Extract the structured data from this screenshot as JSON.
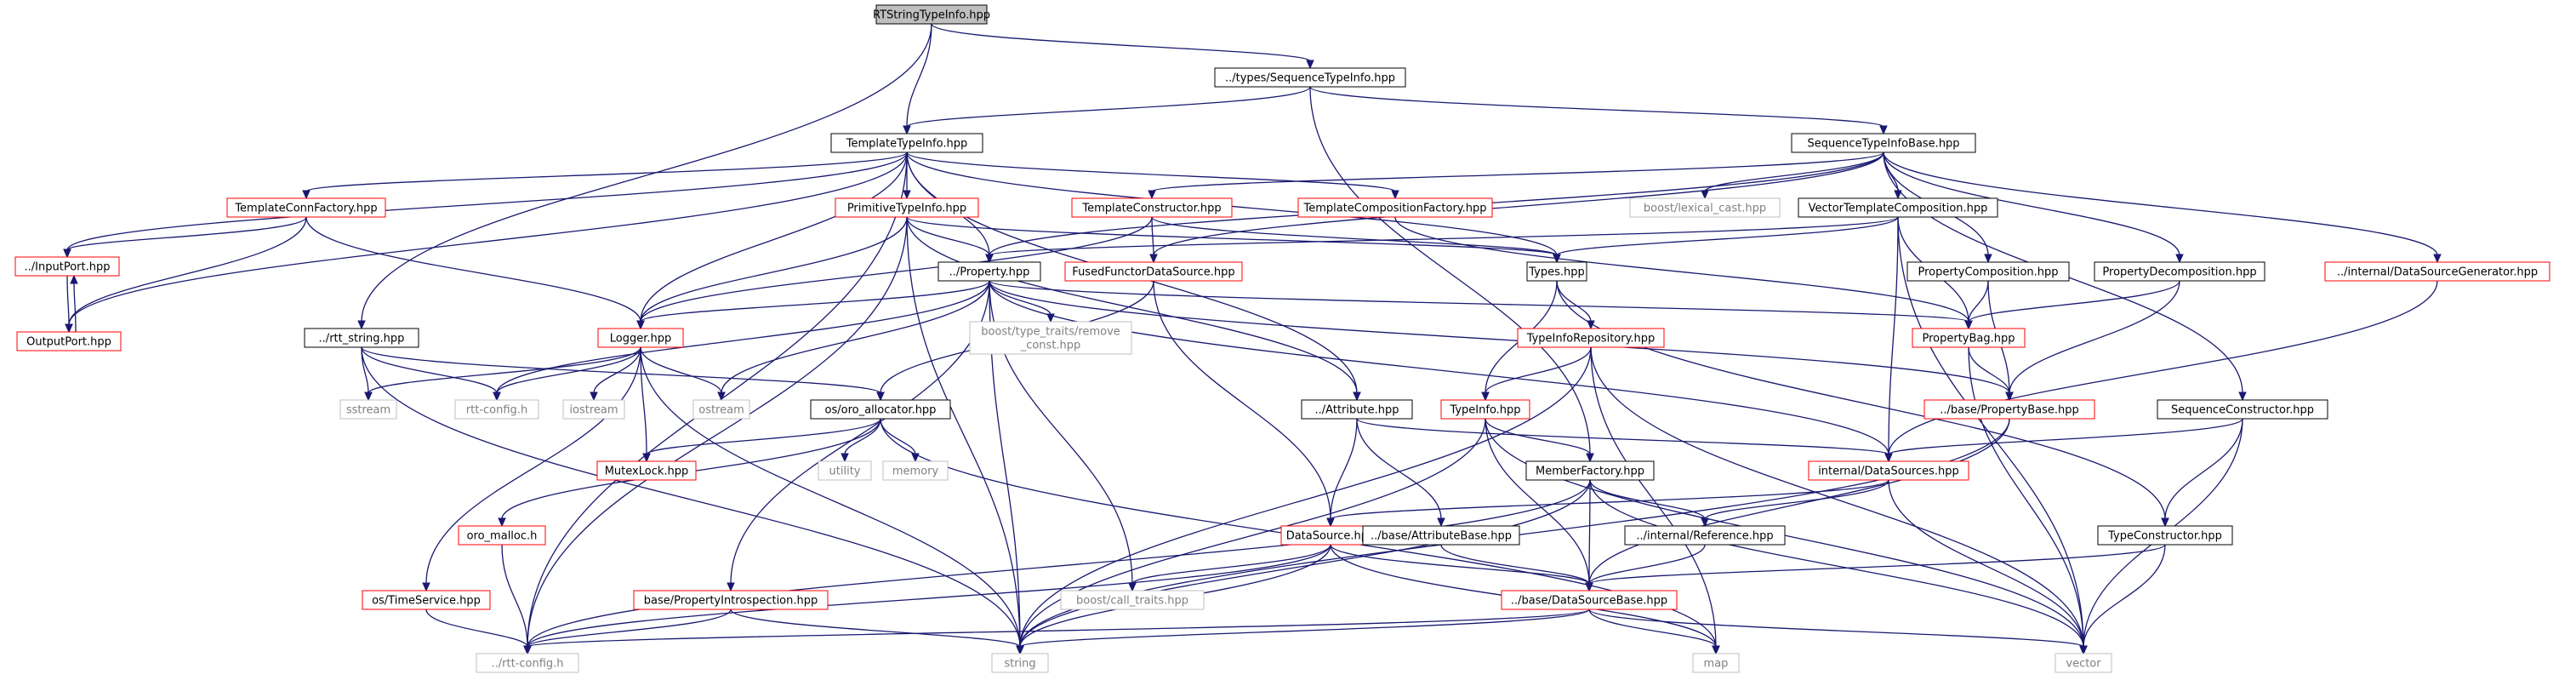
{
  "nodes": [
    {
      "id": "root",
      "kind": "root",
      "lines": [
        "RTStringTypeInfo.hpp"
      ]
    },
    {
      "id": "seqTypeInfo",
      "kind": "std",
      "lines": [
        "../types/SequenceTypeInfo.hpp"
      ]
    },
    {
      "id": "templateTypeInfo",
      "kind": "std",
      "lines": [
        "TemplateTypeInfo.hpp"
      ]
    },
    {
      "id": "seqTypeInfoBase",
      "kind": "std",
      "lines": [
        "SequenceTypeInfoBase.hpp"
      ]
    },
    {
      "id": "templateConnFactory",
      "kind": "red",
      "lines": [
        "TemplateConnFactory.hpp"
      ]
    },
    {
      "id": "primitiveTypeInfo",
      "kind": "red",
      "lines": [
        "PrimitiveTypeInfo.hpp"
      ]
    },
    {
      "id": "templateConstructor",
      "kind": "red",
      "lines": [
        "TemplateConstructor.hpp"
      ]
    },
    {
      "id": "templateCompositionFactory",
      "kind": "red",
      "lines": [
        "TemplateCompositionFactory.hpp"
      ]
    },
    {
      "id": "boostLexicalCast",
      "kind": "ext",
      "lines": [
        "boost/lexical_cast.hpp"
      ]
    },
    {
      "id": "vectorTemplateComposition",
      "kind": "std",
      "lines": [
        "VectorTemplateComposition.hpp"
      ]
    },
    {
      "id": "inputPort",
      "kind": "red",
      "lines": [
        "../InputPort.hpp"
      ]
    },
    {
      "id": "outputPort",
      "kind": "red",
      "lines": [
        "OutputPort.hpp"
      ]
    },
    {
      "id": "property",
      "kind": "std",
      "lines": [
        "../Property.hpp"
      ]
    },
    {
      "id": "fusedFunctorDataSource",
      "kind": "red",
      "lines": [
        "FusedFunctorDataSource.hpp"
      ]
    },
    {
      "id": "typesHpp",
      "kind": "std",
      "lines": [
        "Types.hpp"
      ]
    },
    {
      "id": "propertyComposition",
      "kind": "std",
      "lines": [
        "PropertyComposition.hpp"
      ]
    },
    {
      "id": "propertyDecomposition",
      "kind": "std",
      "lines": [
        "PropertyDecomposition.hpp"
      ]
    },
    {
      "id": "dataSourceGenerator",
      "kind": "red",
      "lines": [
        "../internal/DataSourceGenerator.hpp"
      ]
    },
    {
      "id": "rttString",
      "kind": "std",
      "lines": [
        "../rtt_string.hpp"
      ]
    },
    {
      "id": "logger",
      "kind": "red",
      "lines": [
        "Logger.hpp"
      ]
    },
    {
      "id": "boostTypeTraits",
      "kind": "ext",
      "lines": [
        "boost/type_traits/remove",
        "_const.hpp"
      ]
    },
    {
      "id": "typeInfoRepository",
      "kind": "red",
      "lines": [
        "TypeInfoRepository.hpp"
      ]
    },
    {
      "id": "propertyBag",
      "kind": "red",
      "lines": [
        "PropertyBag.hpp"
      ]
    },
    {
      "id": "sstream",
      "kind": "ext",
      "lines": [
        "sstream"
      ]
    },
    {
      "id": "rttConfig",
      "kind": "ext",
      "lines": [
        "rtt-config.h"
      ]
    },
    {
      "id": "iostream",
      "kind": "ext",
      "lines": [
        "iostream"
      ]
    },
    {
      "id": "ostream",
      "kind": "ext",
      "lines": [
        "ostream"
      ]
    },
    {
      "id": "osOroAllocator",
      "kind": "std",
      "lines": [
        "os/oro_allocator.hpp"
      ]
    },
    {
      "id": "attribute",
      "kind": "std",
      "lines": [
        "../Attribute.hpp"
      ]
    },
    {
      "id": "typeInfo",
      "kind": "red",
      "lines": [
        "TypeInfo.hpp"
      ]
    },
    {
      "id": "basePropertyBase",
      "kind": "red",
      "lines": [
        "../base/PropertyBase.hpp"
      ]
    },
    {
      "id": "sequenceConstructor",
      "kind": "std",
      "lines": [
        "SequenceConstructor.hpp"
      ]
    },
    {
      "id": "mutexLock",
      "kind": "red",
      "lines": [
        "MutexLock.hpp"
      ]
    },
    {
      "id": "utility",
      "kind": "ext",
      "lines": [
        "utility"
      ]
    },
    {
      "id": "memory",
      "kind": "ext",
      "lines": [
        "memory"
      ]
    },
    {
      "id": "memberFactory",
      "kind": "std",
      "lines": [
        "MemberFactory.hpp"
      ]
    },
    {
      "id": "internalDataSources",
      "kind": "red",
      "lines": [
        "internal/DataSources.hpp"
      ]
    },
    {
      "id": "oroMalloc",
      "kind": "red",
      "lines": [
        "oro_malloc.h"
      ]
    },
    {
      "id": "dataSource",
      "kind": "red",
      "lines": [
        "DataSource.hpp"
      ]
    },
    {
      "id": "baseAttributeBase",
      "kind": "std",
      "lines": [
        "../base/AttributeBase.hpp"
      ]
    },
    {
      "id": "internalReference",
      "kind": "std",
      "lines": [
        "../internal/Reference.hpp"
      ]
    },
    {
      "id": "typeConstructor",
      "kind": "std",
      "lines": [
        "TypeConstructor.hpp"
      ]
    },
    {
      "id": "osTimeService",
      "kind": "red",
      "lines": [
        "os/TimeService.hpp"
      ]
    },
    {
      "id": "basePropertyIntrospection",
      "kind": "red",
      "lines": [
        "base/PropertyIntrospection.hpp"
      ]
    },
    {
      "id": "boostCallTraits",
      "kind": "ext",
      "lines": [
        "boost/call_traits.hpp"
      ]
    },
    {
      "id": "baseDataSourceBase",
      "kind": "red",
      "lines": [
        "../base/DataSourceBase.hpp"
      ]
    },
    {
      "id": "rttConfig2",
      "kind": "ext",
      "lines": [
        "../rtt-config.h"
      ]
    },
    {
      "id": "string",
      "kind": "ext",
      "lines": [
        "string"
      ]
    },
    {
      "id": "map",
      "kind": "ext",
      "lines": [
        "map"
      ]
    },
    {
      "id": "vector",
      "kind": "ext",
      "lines": [
        "vector"
      ]
    }
  ],
  "edges": [
    [
      "root",
      "seqTypeInfo"
    ],
    [
      "root",
      "templateTypeInfo"
    ],
    [
      "root",
      "rttString"
    ],
    [
      "seqTypeInfo",
      "templateTypeInfo"
    ],
    [
      "seqTypeInfo",
      "seqTypeInfoBase"
    ],
    [
      "seqTypeInfo",
      "memberFactory"
    ],
    [
      "templateTypeInfo",
      "templateConnFactory"
    ],
    [
      "templateTypeInfo",
      "primitiveTypeInfo"
    ],
    [
      "templateTypeInfo",
      "templateCompositionFactory"
    ],
    [
      "templateTypeInfo",
      "inputPort"
    ],
    [
      "templateTypeInfo",
      "outputPort"
    ],
    [
      "templateTypeInfo",
      "property"
    ],
    [
      "templateTypeInfo",
      "typesHpp"
    ],
    [
      "templateTypeInfo",
      "logger"
    ],
    [
      "templateTypeInfo",
      "attribute"
    ],
    [
      "templateTypeInfo",
      "rttConfig2"
    ],
    [
      "seqTypeInfoBase",
      "templateConstructor"
    ],
    [
      "seqTypeInfoBase",
      "boostLexicalCast"
    ],
    [
      "seqTypeInfoBase",
      "vectorTemplateComposition"
    ],
    [
      "seqTypeInfoBase",
      "propertyComposition"
    ],
    [
      "seqTypeInfoBase",
      "propertyDecomposition"
    ],
    [
      "seqTypeInfoBase",
      "dataSourceGenerator"
    ],
    [
      "seqTypeInfoBase",
      "sequenceConstructor"
    ],
    [
      "seqTypeInfoBase",
      "fusedFunctorDataSource"
    ],
    [
      "seqTypeInfoBase",
      "property"
    ],
    [
      "templateConnFactory",
      "inputPort"
    ],
    [
      "templateConnFactory",
      "outputPort"
    ],
    [
      "templateConnFactory",
      "logger"
    ],
    [
      "primitiveTypeInfo",
      "property"
    ],
    [
      "primitiveTypeInfo",
      "typesHpp"
    ],
    [
      "primitiveTypeInfo",
      "attribute"
    ],
    [
      "primitiveTypeInfo",
      "logger"
    ],
    [
      "primitiveTypeInfo",
      "rttConfig2"
    ],
    [
      "primitiveTypeInfo",
      "string"
    ],
    [
      "templateConstructor",
      "fusedFunctorDataSource"
    ],
    [
      "templateConstructor",
      "typesHpp"
    ],
    [
      "templateConstructor",
      "logger"
    ],
    [
      "templateCompositionFactory",
      "propertyBag"
    ],
    [
      "vectorTemplateComposition",
      "property"
    ],
    [
      "vectorTemplateComposition",
      "propertyBag"
    ],
    [
      "vectorTemplateComposition",
      "typesHpp"
    ],
    [
      "vectorTemplateComposition",
      "internalDataSources"
    ],
    [
      "vectorTemplateComposition",
      "vector"
    ],
    [
      "inputPort",
      "outputPort"
    ],
    [
      "outputPort",
      "inputPort"
    ],
    [
      "property",
      "logger"
    ],
    [
      "property",
      "boostTypeTraits"
    ],
    [
      "property",
      "propertyBag"
    ],
    [
      "property",
      "basePropertyBase"
    ],
    [
      "property",
      "internalDataSources"
    ],
    [
      "property",
      "ostream"
    ],
    [
      "property",
      "string"
    ],
    [
      "property",
      "rttConfig"
    ],
    [
      "property",
      "basePropertyIntrospection"
    ],
    [
      "property",
      "boostCallTraits"
    ],
    [
      "fusedFunctorDataSource",
      "dataSource"
    ],
    [
      "fusedFunctorDataSource",
      "osOroAllocator"
    ],
    [
      "typesHpp",
      "typeInfoRepository"
    ],
    [
      "typesHpp",
      "typeInfo"
    ],
    [
      "typesHpp",
      "typeConstructor"
    ],
    [
      "propertyComposition",
      "propertyBag"
    ],
    [
      "propertyComposition",
      "basePropertyBase"
    ],
    [
      "propertyDecomposition",
      "propertyBag"
    ],
    [
      "propertyDecomposition",
      "basePropertyBase"
    ],
    [
      "dataSourceGenerator",
      "internalDataSources"
    ],
    [
      "rttString",
      "sstream"
    ],
    [
      "rttString",
      "rttConfig"
    ],
    [
      "rttString",
      "osOroAllocator"
    ],
    [
      "rttString",
      "string"
    ],
    [
      "logger",
      "sstream"
    ],
    [
      "logger",
      "rttConfig"
    ],
    [
      "logger",
      "iostream"
    ],
    [
      "logger",
      "ostream"
    ],
    [
      "logger",
      "mutexLock"
    ],
    [
      "logger",
      "osTimeService"
    ],
    [
      "logger",
      "string"
    ],
    [
      "typeInfoRepository",
      "typeInfo"
    ],
    [
      "typeInfoRepository",
      "string"
    ],
    [
      "typeInfoRepository",
      "map"
    ],
    [
      "typeInfoRepository",
      "vector"
    ],
    [
      "propertyBag",
      "basePropertyBase"
    ],
    [
      "propertyBag",
      "vector"
    ],
    [
      "osOroAllocator",
      "utility"
    ],
    [
      "osOroAllocator",
      "memory"
    ],
    [
      "osOroAllocator",
      "mutexLock"
    ],
    [
      "osOroAllocator",
      "oroMalloc"
    ],
    [
      "osOroAllocator",
      "map"
    ],
    [
      "attribute",
      "internalDataSources"
    ],
    [
      "attribute",
      "dataSource"
    ],
    [
      "attribute",
      "baseAttributeBase"
    ],
    [
      "typeInfo",
      "memberFactory"
    ],
    [
      "typeInfo",
      "baseDataSourceBase"
    ],
    [
      "typeInfo",
      "string"
    ],
    [
      "typeInfo",
      "vector"
    ],
    [
      "basePropertyBase",
      "baseDataSourceBase"
    ],
    [
      "basePropertyBase",
      "string"
    ],
    [
      "sequenceConstructor",
      "typeConstructor"
    ],
    [
      "sequenceConstructor",
      "internalDataSources"
    ],
    [
      "sequenceConstructor",
      "vector"
    ],
    [
      "memberFactory",
      "internalReference"
    ],
    [
      "memberFactory",
      "baseDataSourceBase"
    ],
    [
      "memberFactory",
      "string"
    ],
    [
      "memberFactory",
      "vector"
    ],
    [
      "memberFactory",
      "rttConfig2"
    ],
    [
      "internalDataSources",
      "dataSource"
    ],
    [
      "internalDataSources",
      "internalReference"
    ],
    [
      "internalDataSources",
      "vector"
    ],
    [
      "oroMalloc",
      "rttConfig2"
    ],
    [
      "dataSource",
      "baseDataSourceBase"
    ],
    [
      "dataSource",
      "boostCallTraits"
    ],
    [
      "dataSource",
      "string"
    ],
    [
      "dataSource",
      "rttConfig2"
    ],
    [
      "dataSource",
      "map"
    ],
    [
      "baseAttributeBase",
      "baseDataSourceBase"
    ],
    [
      "internalReference",
      "baseDataSourceBase"
    ],
    [
      "typeConstructor",
      "baseDataSourceBase"
    ],
    [
      "typeConstructor",
      "vector"
    ],
    [
      "osTimeService",
      "rttConfig2"
    ],
    [
      "basePropertyIntrospection",
      "rttConfig2"
    ],
    [
      "basePropertyIntrospection",
      "string"
    ],
    [
      "baseDataSourceBase",
      "rttConfig2"
    ],
    [
      "baseDataSourceBase",
      "string"
    ],
    [
      "baseDataSourceBase",
      "map"
    ],
    [
      "baseDataSourceBase",
      "vector"
    ]
  ]
}
